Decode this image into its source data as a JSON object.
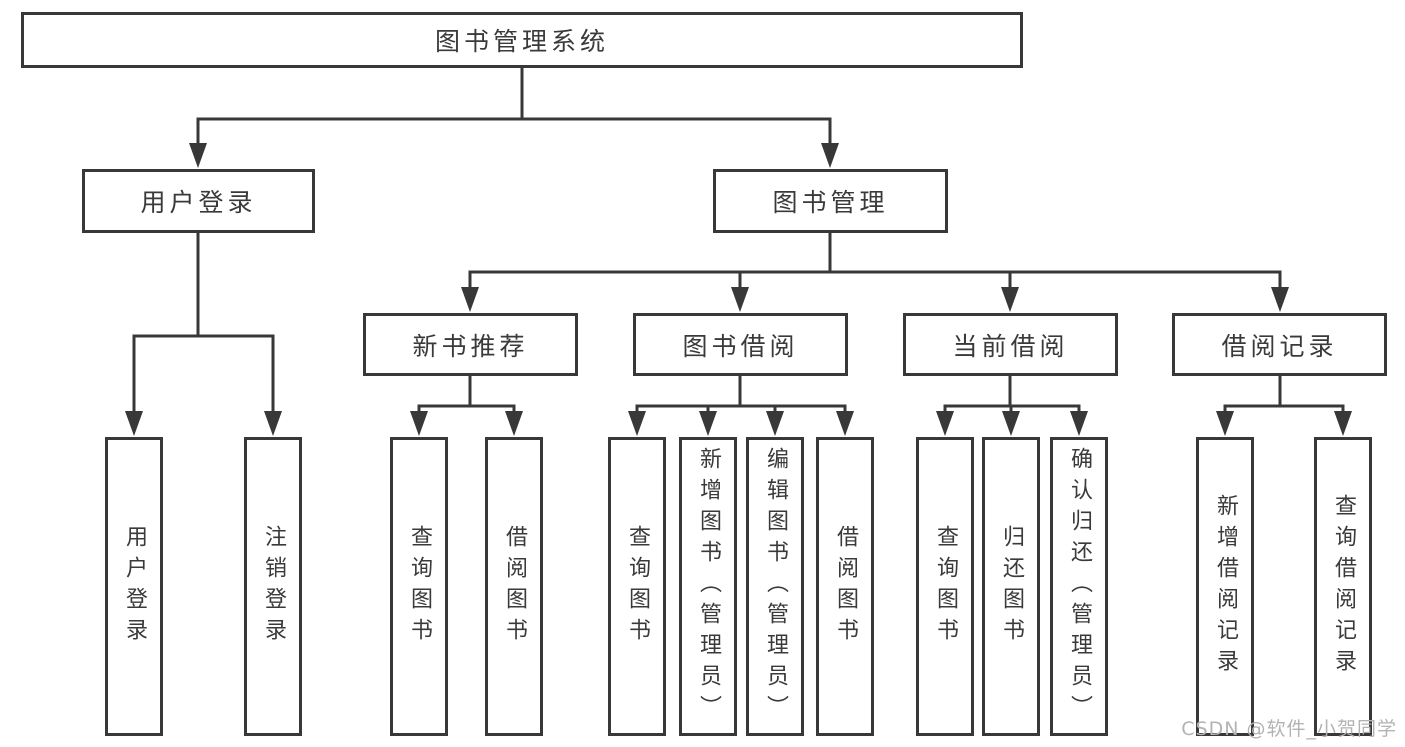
{
  "diagram": {
    "nodes": {
      "root": "图书管理系统",
      "level2": [
        "用户登录",
        "图书管理"
      ],
      "level3": [
        "新书推荐",
        "图书借阅",
        "当前借阅",
        "借阅记录"
      ],
      "leaves": {
        "user_login": [
          "用户登录",
          "注销登录"
        ],
        "new_book_recommendation": [
          "查询图书",
          "借阅图书"
        ],
        "book_borrowing": [
          "查询图书",
          "新增图书（管理员）",
          "编辑图书（管理员）",
          "借阅图书"
        ],
        "current_borrowing": [
          "查询图书",
          "归还图书",
          "确认归还（管理员）"
        ],
        "borrowing_records": [
          "新增借阅记录",
          "查询借阅记录"
        ]
      }
    }
  },
  "watermark": "CSDN @软件_小贺同学",
  "colors": {
    "line": "#383838",
    "text": "#3a3a3a",
    "watermark": "#b3b3b3",
    "background": "#ffffff"
  }
}
